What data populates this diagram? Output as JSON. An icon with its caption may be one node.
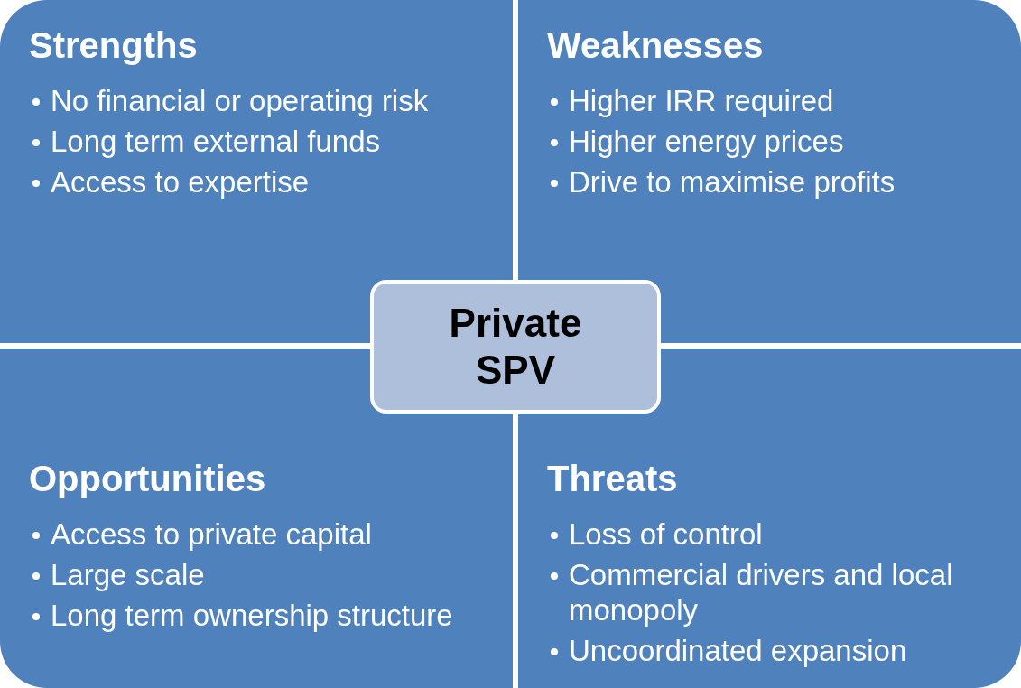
{
  "diagram": {
    "nodes": [
      {
        "text": [
          "Strengths",
          "No financial or operating risk",
          "Long term external funds",
          "Access to expertise"
        ]
      },
      {
        "text": [
          "Weaknesses",
          "Higher IRR required",
          "Higher energy prices",
          "Drive to maximise profits"
        ]
      },
      {
        "text": [
          "Opportunities",
          "Access to private capital",
          "Large scale",
          "Long term ownership structure"
        ]
      },
      {
        "text": [
          "Threats",
          "Loss of control",
          "Commercial drivers and local monopoly",
          "Uncoordinated expansion"
        ]
      },
      {
        "text": [
          "Private SPV"
        ]
      }
    ]
  }
}
